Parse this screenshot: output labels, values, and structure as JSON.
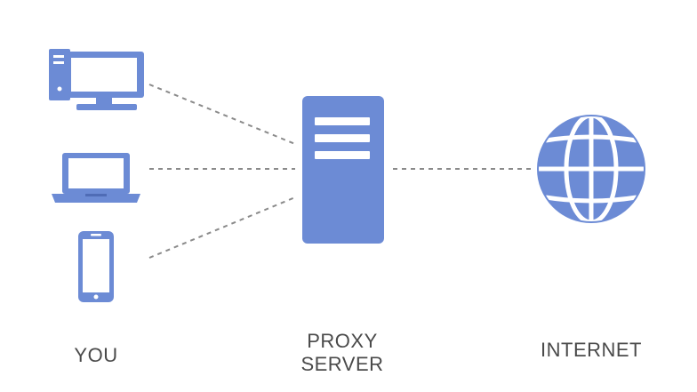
{
  "diagram": {
    "colors": {
      "icon_fill": "#6c8bd5",
      "icon_dark": "#4f6cb6",
      "connector": "#8a8a8a",
      "label_text": "#4a4a4a",
      "background": "#ffffff"
    },
    "nodes": {
      "you": {
        "label": "YOU",
        "devices": [
          "desktop-computer-icon",
          "laptop-icon",
          "smartphone-icon"
        ]
      },
      "proxy": {
        "label_line1": "PROXY",
        "label_line2": "SERVER",
        "icon": "server-icon"
      },
      "internet": {
        "label": "INTERNET",
        "icon": "globe-icon"
      }
    },
    "connections": [
      {
        "from": "desktop",
        "to": "proxy",
        "style": "dashed"
      },
      {
        "from": "laptop",
        "to": "proxy",
        "style": "dashed"
      },
      {
        "from": "smartphone",
        "to": "proxy",
        "style": "dashed"
      },
      {
        "from": "proxy",
        "to": "internet",
        "style": "dashed"
      }
    ]
  }
}
